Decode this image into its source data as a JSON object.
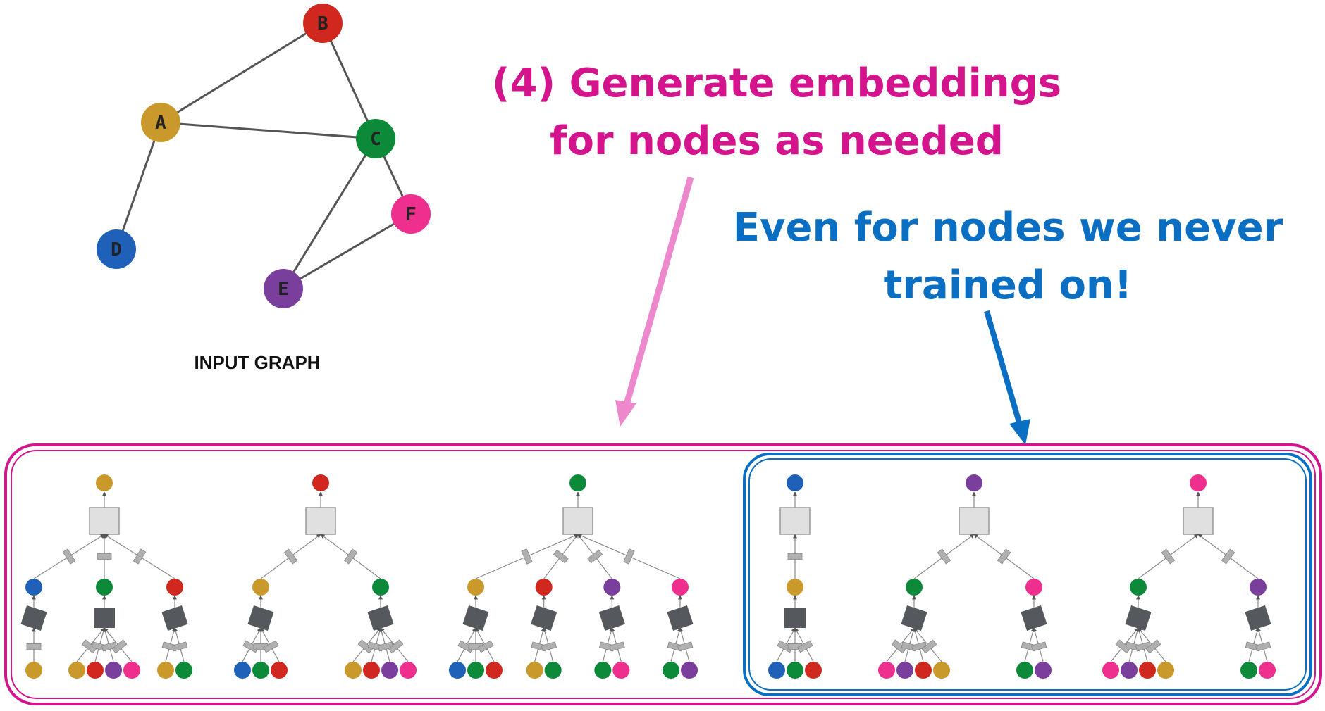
{
  "input_graph": {
    "caption": "INPUT GRAPH",
    "nodes": [
      {
        "id": "A",
        "label": "A",
        "color": "#c9992c"
      },
      {
        "id": "B",
        "label": "B",
        "color": "#d0271f"
      },
      {
        "id": "C",
        "label": "C",
        "color": "#0c8a3a"
      },
      {
        "id": "D",
        "label": "D",
        "color": "#1f60b8"
      },
      {
        "id": "E",
        "label": "E",
        "color": "#7a3f9c"
      },
      {
        "id": "F",
        "label": "F",
        "color": "#ee2f8e"
      }
    ],
    "edges": [
      [
        "A",
        "B"
      ],
      [
        "B",
        "C"
      ],
      [
        "A",
        "C"
      ],
      [
        "A",
        "D"
      ],
      [
        "C",
        "F"
      ],
      [
        "C",
        "E"
      ],
      [
        "E",
        "F"
      ]
    ]
  },
  "annotations": {
    "generate_line1": "(4) Generate embeddings",
    "generate_line2": "for nodes as needed",
    "unseen_line1": "Even for nodes we never",
    "unseen_line2": "trained on!"
  },
  "colors": {
    "magenta": "#d4148c",
    "magenta_arrow": "#ee88cc",
    "blue": "#0a6fc2",
    "aggregator": "#e0e0e0",
    "neighbor_box": "#55595e",
    "weight": "#b0b0b0"
  },
  "computation_graphs": [
    {
      "target": "A",
      "children": [
        {
          "node": "D",
          "leaves": [
            "A"
          ]
        },
        {
          "node": "C",
          "leaves": [
            "A",
            "B",
            "E",
            "F"
          ]
        },
        {
          "node": "B",
          "leaves": [
            "A",
            "C"
          ]
        }
      ]
    },
    {
      "target": "B",
      "children": [
        {
          "node": "A",
          "leaves": [
            "D",
            "C",
            "B"
          ]
        },
        {
          "node": "C",
          "leaves": [
            "A",
            "B",
            "E",
            "F"
          ]
        }
      ]
    },
    {
      "target": "C",
      "children": [
        {
          "node": "A",
          "leaves": [
            "D",
            "C",
            "B"
          ]
        },
        {
          "node": "B",
          "leaves": [
            "A",
            "C"
          ]
        },
        {
          "node": "E",
          "leaves": [
            "C",
            "F"
          ]
        },
        {
          "node": "F",
          "leaves": [
            "C",
            "E"
          ]
        }
      ]
    },
    {
      "target": "D",
      "children": [
        {
          "node": "A",
          "leaves": [
            "D",
            "C",
            "B"
          ]
        }
      ]
    },
    {
      "target": "E",
      "children": [
        {
          "node": "C",
          "leaves": [
            "F",
            "E",
            "B",
            "A"
          ]
        },
        {
          "node": "F",
          "leaves": [
            "C",
            "E"
          ]
        }
      ]
    },
    {
      "target": "F",
      "children": [
        {
          "node": "C",
          "leaves": [
            "F",
            "E",
            "B",
            "A"
          ]
        },
        {
          "node": "E",
          "leaves": [
            "C",
            "F"
          ]
        }
      ]
    }
  ]
}
